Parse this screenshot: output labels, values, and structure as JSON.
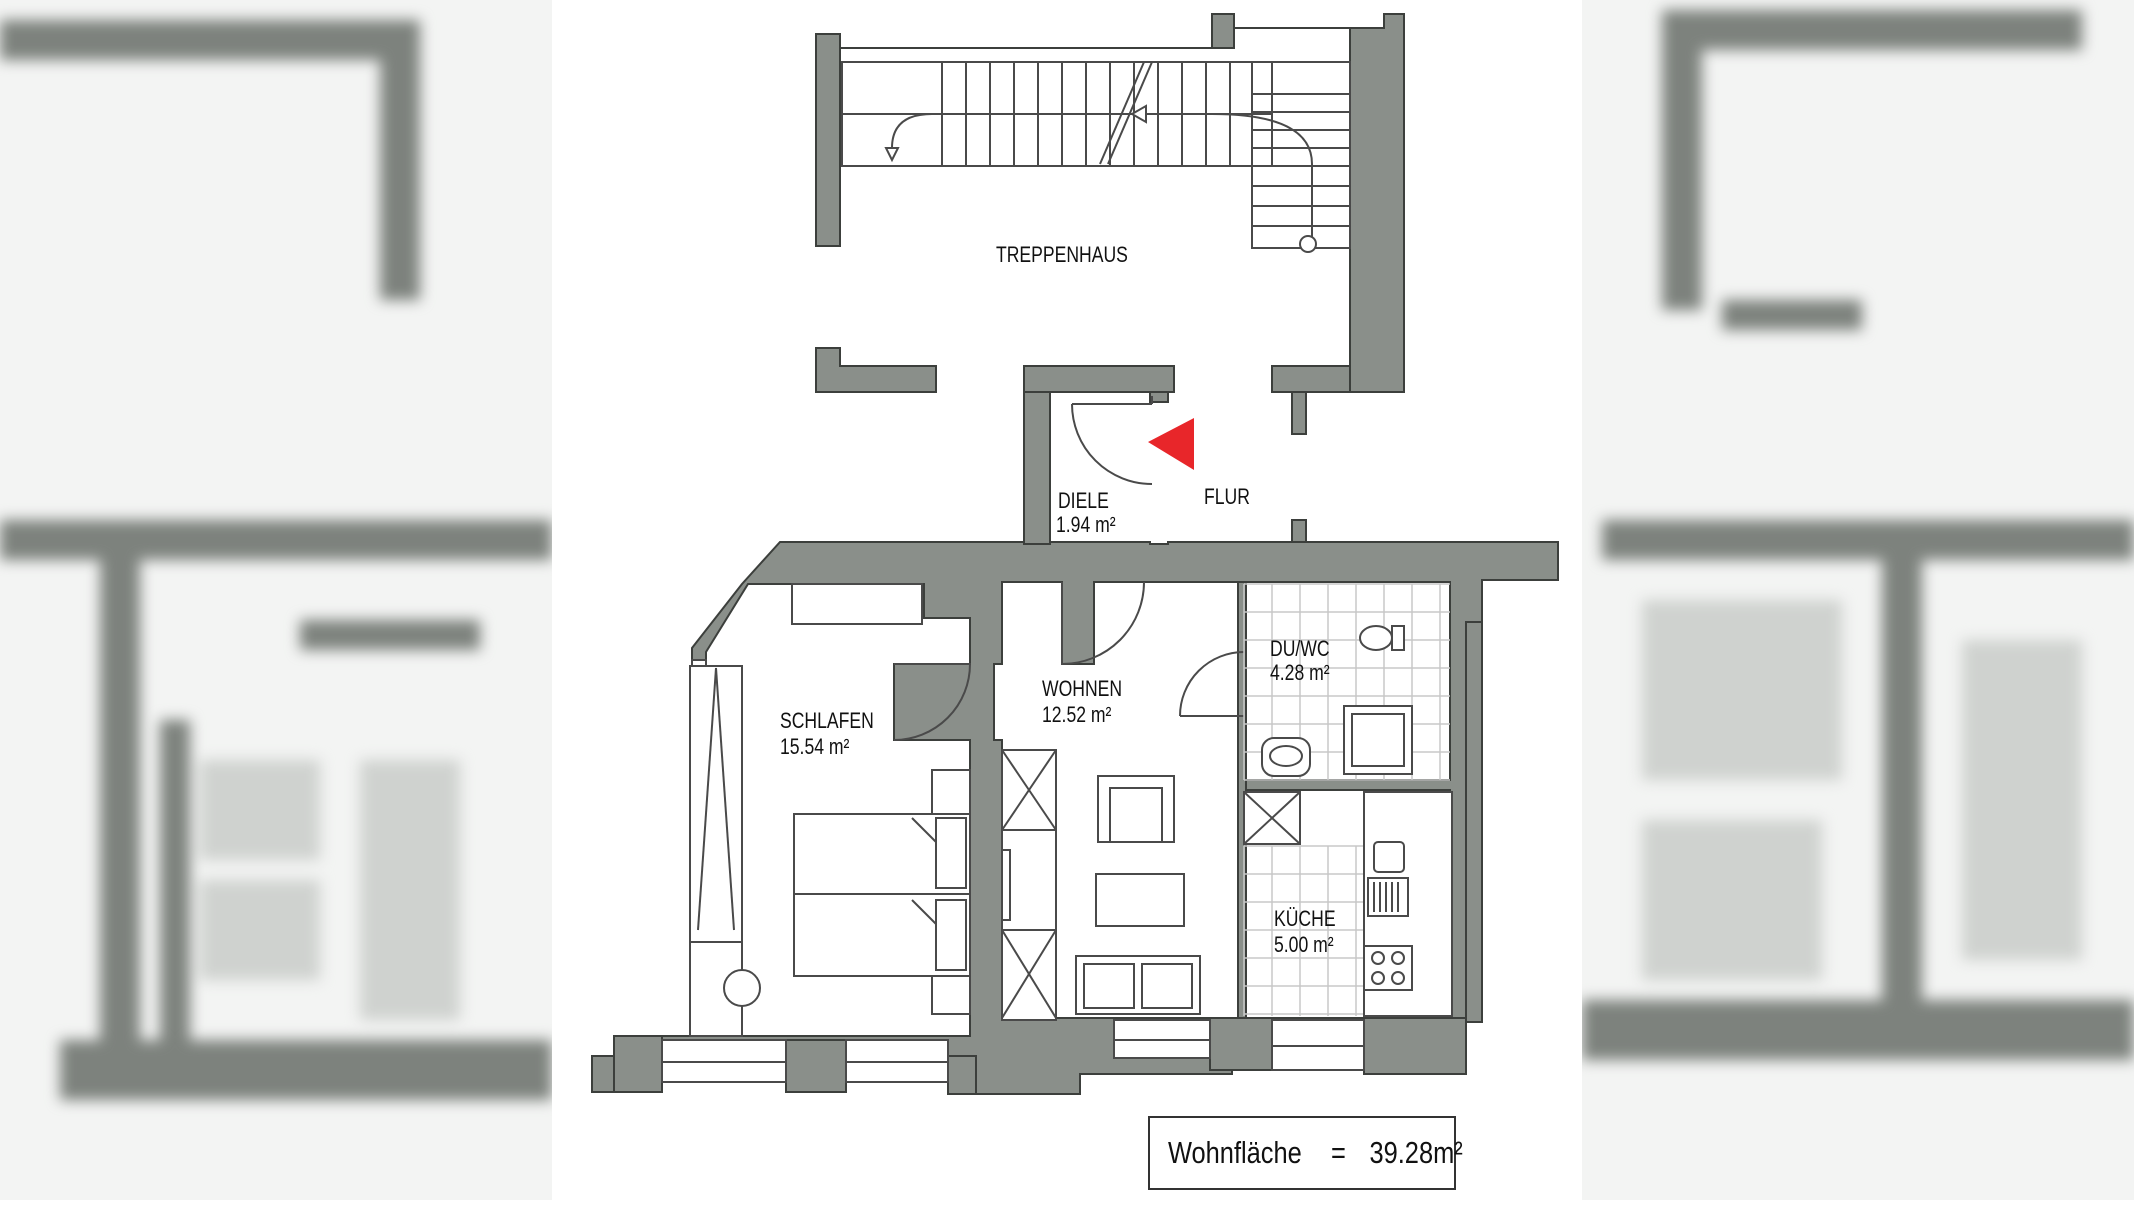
{
  "rooms": {
    "treppenhaus": {
      "name": "TREPPENHAUS"
    },
    "flur": {
      "name": "FLUR"
    },
    "diele": {
      "name": "DIELE",
      "area": "1.94 m²"
    },
    "wohnen": {
      "name": "WOHNEN",
      "area": "12.52 m²"
    },
    "schlafen": {
      "name": "SCHLAFEN",
      "area": "15.54 m²"
    },
    "du_wc": {
      "name": "DU/WC",
      "area": "4.28 m²"
    },
    "kueche": {
      "name": "KÜCHE",
      "area": "5.00 m²"
    }
  },
  "summary": {
    "label": "Wohnfläche",
    "equals": "=",
    "value": "39.28m²"
  },
  "colors": {
    "wall": "#8a8f8a",
    "entrance_marker": "#e8262a",
    "tile_grid": "#c8c8c8"
  },
  "icons": {
    "entrance": "red-triangle-entrance-icon"
  }
}
